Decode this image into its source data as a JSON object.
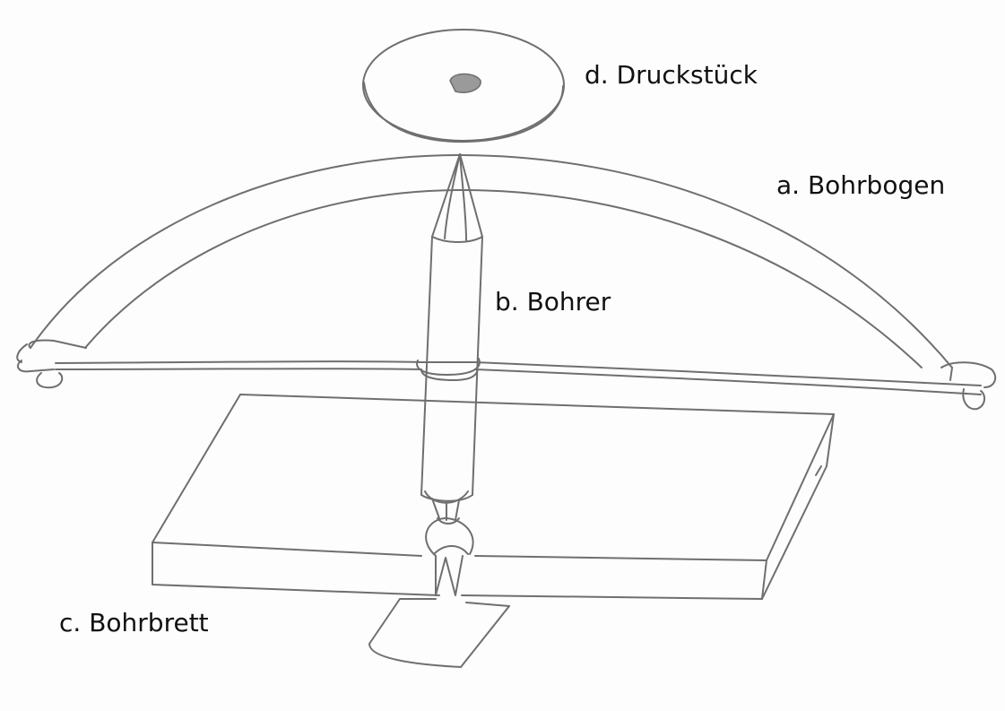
{
  "labels": {
    "drucksteuck": "d. Druckstück",
    "bohrbogen": "a. Bohrbogen",
    "bohrer": "b. Bohrer",
    "bohrbrett": "c. Bohrbrett"
  },
  "colors": {
    "pencil_stroke": "#6f6f6f",
    "background": "#fdfdfd",
    "label_text": "#111111"
  }
}
